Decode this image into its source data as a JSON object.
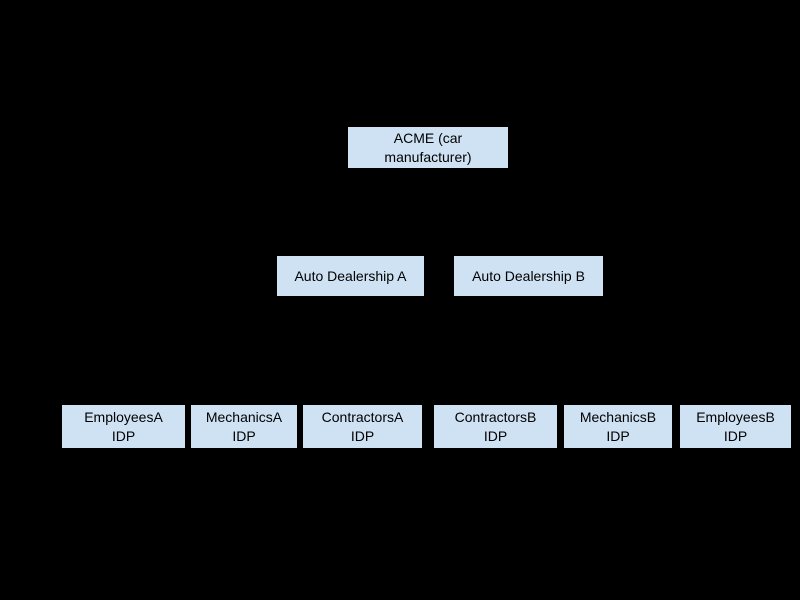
{
  "diagram": {
    "background_color": "#000000",
    "box_fill_color": "#cfe2f3",
    "text_color": "#000000",
    "nodes": {
      "acme": {
        "line1": "ACME (car",
        "line2": "manufacturer)"
      },
      "dealership_a": {
        "line1": "Auto Dealership A"
      },
      "dealership_b": {
        "line1": "Auto Dealership B"
      },
      "employees_a": {
        "line1": "EmployeesA",
        "line2": "IDP"
      },
      "mechanics_a": {
        "line1": "MechanicsA",
        "line2": "IDP"
      },
      "contractors_a": {
        "line1": "ContractorsA",
        "line2": "IDP"
      },
      "contractors_b": {
        "line1": "ContractorsB",
        "line2": "IDP"
      },
      "mechanics_b": {
        "line1": "MechanicsB",
        "line2": "IDP"
      },
      "employees_b": {
        "line1": "EmployeesB",
        "line2": "IDP"
      }
    }
  }
}
